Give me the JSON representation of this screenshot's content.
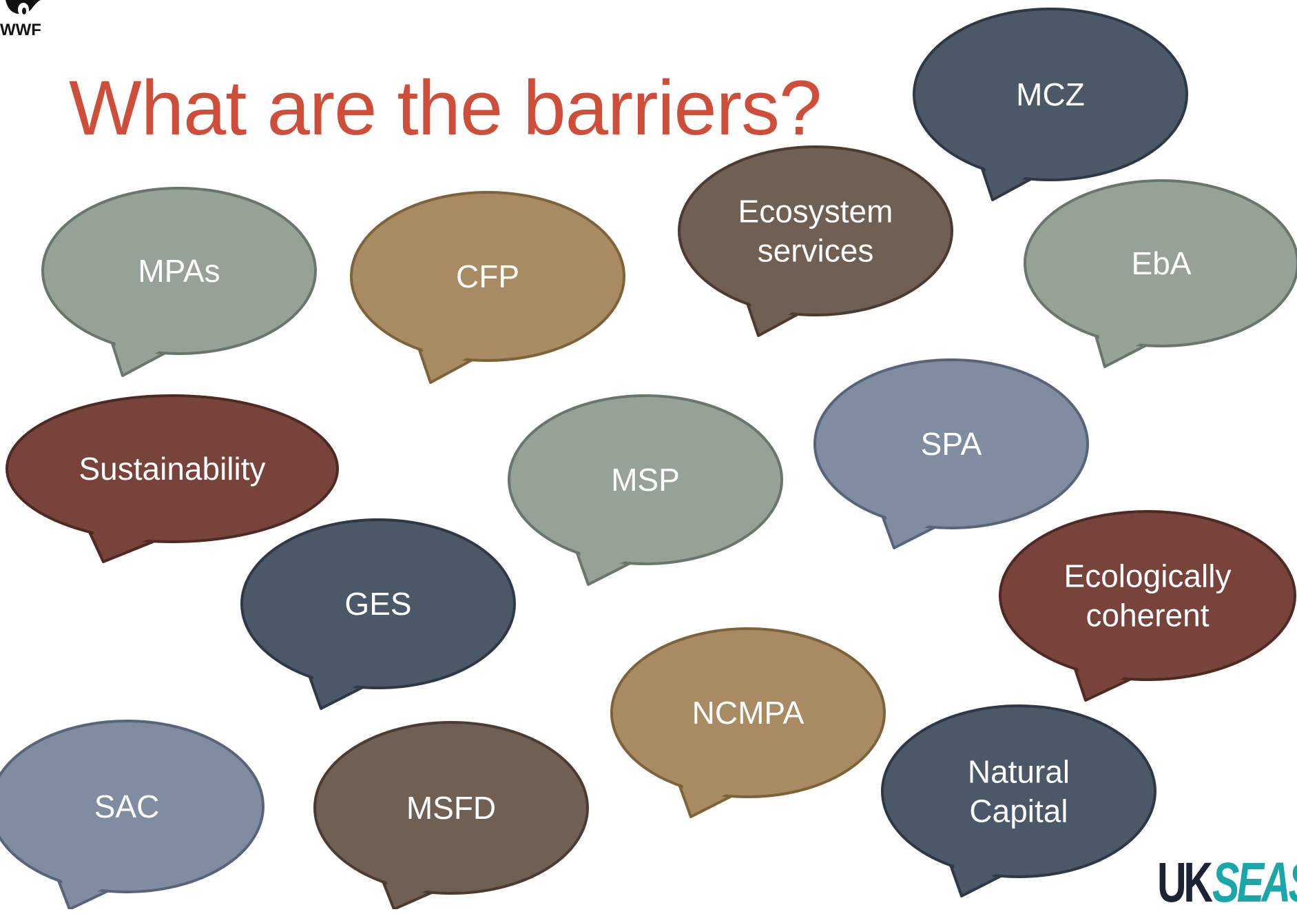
{
  "title": "What are the barriers?",
  "logos": {
    "top_left": "WWF",
    "bottom_right_uk": "UK",
    "bottom_right_seas": "SEAS"
  },
  "bubbles": [
    {
      "name": "bubble-mpas",
      "lines": [
        "MPAs"
      ],
      "fill": "#95a295",
      "stroke": "#68766b"
    },
    {
      "name": "bubble-cfp",
      "lines": [
        "CFP"
      ],
      "fill": "#a88b63",
      "stroke": "#7d6339"
    },
    {
      "name": "bubble-ecosystem-services",
      "lines": [
        "Ecosystem",
        "services"
      ],
      "fill": "#705f53",
      "stroke": "#4b3b31"
    },
    {
      "name": "bubble-mcz",
      "lines": [
        "MCZ"
      ],
      "fill": "#4b5868",
      "stroke": "#2f3945"
    },
    {
      "name": "bubble-eba",
      "lines": [
        "EbA"
      ],
      "fill": "#95a295",
      "stroke": "#68766b"
    },
    {
      "name": "bubble-sustainability",
      "lines": [
        "Sustainability"
      ],
      "fill": "#77433b",
      "stroke": "#4f2a24"
    },
    {
      "name": "bubble-msp",
      "lines": [
        "MSP"
      ],
      "fill": "#95a295",
      "stroke": "#68766b"
    },
    {
      "name": "bubble-spa",
      "lines": [
        "SPA"
      ],
      "fill": "#808ca0",
      "stroke": "#58647a"
    },
    {
      "name": "bubble-ges",
      "lines": [
        "GES"
      ],
      "fill": "#4b5868",
      "stroke": "#2f3945"
    },
    {
      "name": "bubble-ecologically-coherent",
      "lines": [
        "Ecologically",
        "coherent"
      ],
      "fill": "#77433b",
      "stroke": "#4f2a24"
    },
    {
      "name": "bubble-ncmpa",
      "lines": [
        "NCMPA"
      ],
      "fill": "#a88b63",
      "stroke": "#7d6339"
    },
    {
      "name": "bubble-natural-capital",
      "lines": [
        "Natural",
        "Capital"
      ],
      "fill": "#4b5868",
      "stroke": "#2f3945"
    },
    {
      "name": "bubble-sac",
      "lines": [
        "SAC"
      ],
      "fill": "#808ca0",
      "stroke": "#58647a"
    },
    {
      "name": "bubble-msfd",
      "lines": [
        "MSFD"
      ],
      "fill": "#705f53",
      "stroke": "#4b3b31"
    }
  ]
}
